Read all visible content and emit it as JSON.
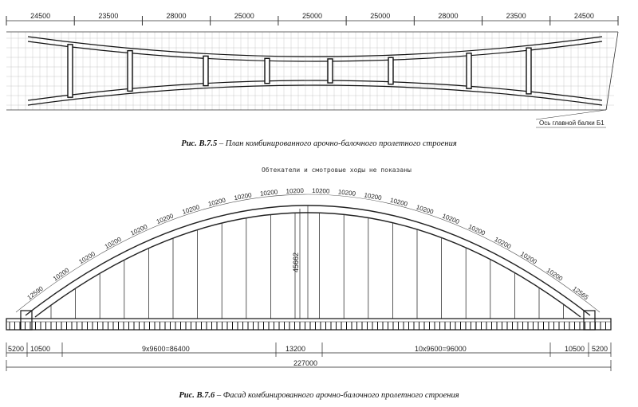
{
  "plan": {
    "top_dims": [
      "24500",
      "23500",
      "28000",
      "25000",
      "25000",
      "25000",
      "28000",
      "23500",
      "24500"
    ],
    "axis_label": "Ось главной балки Б1"
  },
  "captions": {
    "fig1_label": "Рис. В.7.5",
    "fig1_text": " – План комбинированного арочно-балочного пролетного строения",
    "fig2_label": "Рис. В.7.6",
    "fig2_text": " – Фасад комбинированного арочно-балочного пролетного строения"
  },
  "facade": {
    "note": "Обтекатели и смотровые ходы не показаны",
    "arch_left_dims": [
      "12590",
      "10200",
      "10200",
      "10200",
      "10200",
      "10200",
      "10200",
      "10200",
      "10200",
      "10200",
      "10200"
    ],
    "arch_right_dims": [
      "10200",
      "10200",
      "10200",
      "10200",
      "10200",
      "10200",
      "10200",
      "10200",
      "10200",
      "10200",
      "12565"
    ],
    "rise": "45662",
    "bottom_dims": {
      "d1": "5200",
      "d2": "10500",
      "d3": "9x9600=86400",
      "d4": "13200",
      "d5": "10x9600=96000",
      "d6": "10500",
      "d7": "5200",
      "total": "227000"
    }
  }
}
